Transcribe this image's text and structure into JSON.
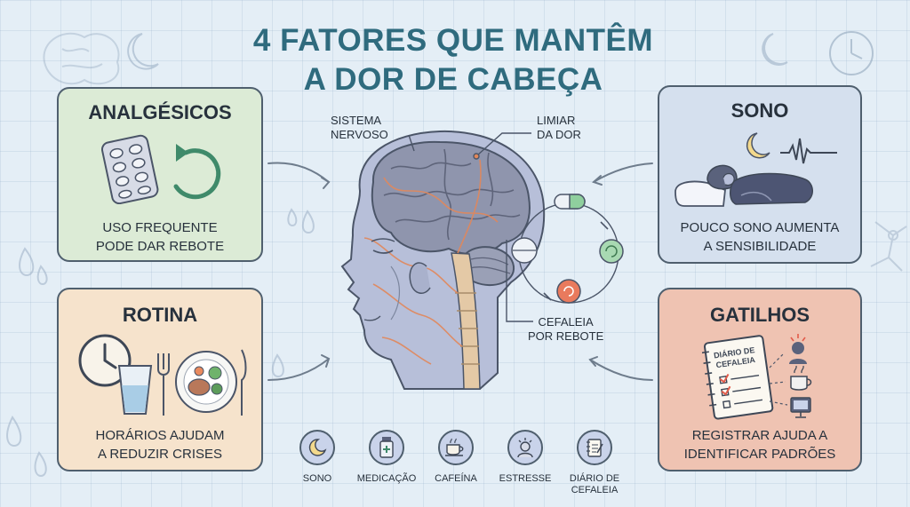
{
  "title": {
    "line1": "4 FATORES QUE MANTÊM",
    "line2": "A DOR DE CABEÇA"
  },
  "cards": {
    "analgesicos": {
      "heading": "ANALGÉSICOS",
      "caption_line1": "USO FREQUENTE",
      "caption_line2": "PODE DAR REBOTE"
    },
    "rotina": {
      "heading": "ROTINA",
      "caption_line1": "HORÁRIOS AJUDAM",
      "caption_line2": "A REDUZIR CRISES"
    },
    "sono": {
      "heading": "SONO",
      "caption_line1": "POUCO SONO AUMENTA",
      "caption_line2": "A SENSIBILIDADE"
    },
    "gatilhos": {
      "heading": "GATILHOS",
      "caption_line1": "REGISTRAR AJUDA A",
      "caption_line2": "IDENTIFICAR PADRÕES",
      "diary_line1": "DIÁRIO DE",
      "diary_line2": "CEFALEIA"
    }
  },
  "center_labels": {
    "sistema_nervoso": {
      "line1": "SISTEMA",
      "line2": "NERVOSO"
    },
    "limiar_dor": {
      "line1": "LIMIAR",
      "line2": "DA DOR"
    },
    "cefaleia_rebote": {
      "line1": "CEFALEIA",
      "line2": "POR REBOTE"
    }
  },
  "bottom_icons": [
    {
      "line1": "SONO",
      "line2": "",
      "icon": "moon-icon"
    },
    {
      "line1": "MEDICAÇÃO",
      "line2": "",
      "icon": "medicine-bottle-icon"
    },
    {
      "line1": "CAFEÍNA",
      "line2": "",
      "icon": "coffee-cup-icon"
    },
    {
      "line1": "ESTRESSE",
      "line2": "",
      "icon": "stressed-person-icon"
    },
    {
      "line1": "DIÁRIO DE",
      "line2": "CEFALEIA",
      "icon": "diary-icon"
    }
  ],
  "colors": {
    "background": "#e4eef6",
    "title": "#2f6b7e",
    "analgesicos_card": "#dcebd6",
    "rotina_card": "#f6e3cc",
    "sono_card": "#d5e0ee",
    "gatilhos_card": "#efc3b2",
    "nerve": "#e2875a",
    "cycle_pill_green": "#8fcf9e",
    "cycle_circle_red": "#e97a5d"
  }
}
